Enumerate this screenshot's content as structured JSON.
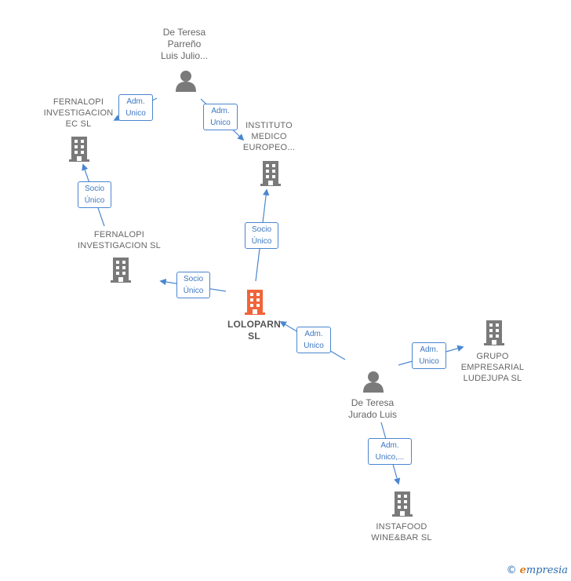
{
  "colors": {
    "edge": "#4a86d0",
    "building": "#7a7a7a",
    "focus": "#f0643a",
    "person": "#7a7a7a"
  },
  "nodes": {
    "teresa_parreno": {
      "line1": "De Teresa",
      "line2": "Parreño",
      "line3": "Luis Julio..."
    },
    "fernalopi_ec": {
      "line1": "FERNALOPI",
      "line2": "INVESTIGACION",
      "line3": "EC  SL"
    },
    "instituto": {
      "line1": "INSTITUTO",
      "line2": "MEDICO",
      "line3": "EUROPEO..."
    },
    "fernalopi_sl": {
      "line1": "FERNALOPI",
      "line2": "INVESTIGACION SL"
    },
    "loloparn": {
      "line1": "LOLOPARN",
      "line2": "SL"
    },
    "grupo": {
      "line1": "GRUPO",
      "line2": "EMPRESARIAL",
      "line3": "LUDEJUPA SL"
    },
    "teresa_jurado": {
      "line1": "De Teresa",
      "line2": "Jurado Luis"
    },
    "instafood": {
      "line1": "INSTAFOOD",
      "line2": "WINE&BAR  SL"
    }
  },
  "edges": {
    "e1": {
      "line1": "Adm.",
      "line2": "Unico"
    },
    "e2": {
      "line1": "Adm.",
      "line2": "Unico"
    },
    "e3": {
      "line1": "Socio",
      "line2": "Único"
    },
    "e4": {
      "line1": "Socio",
      "line2": "Único"
    },
    "e5": {
      "line1": "Socio",
      "line2": "Único"
    },
    "e6": {
      "line1": "Adm.",
      "line2": "Unico"
    },
    "e7": {
      "line1": "Adm.",
      "line2": "Unico"
    },
    "e8": {
      "line1": "Adm.",
      "line2": "Unico,..."
    }
  },
  "footer": {
    "copyright": "©",
    "brand_e": "e",
    "brand_rest": "mpresia"
  }
}
